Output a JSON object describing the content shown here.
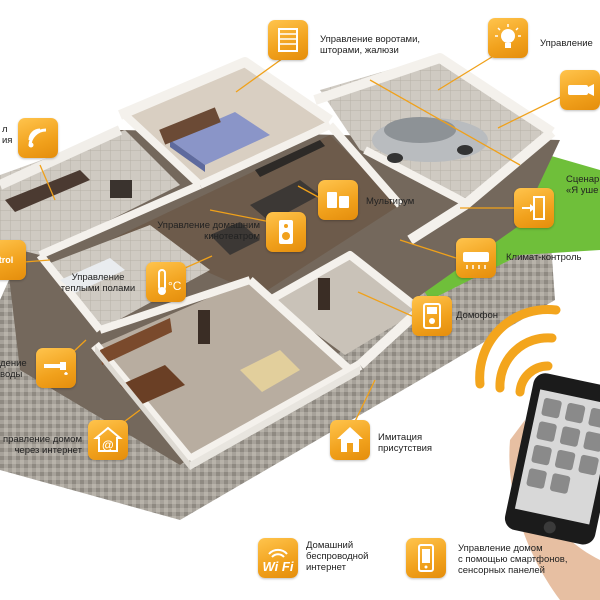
{
  "colors": {
    "accent": "#f3a51d",
    "line": "#f0a11a",
    "wall": "#f7f5f1",
    "floor": "#6a5e52",
    "grass": "#6fbf3a",
    "pavement": "#9a958d"
  },
  "labels": {
    "gates": "Управление воротами,\nшторами, жалюзи",
    "light": "Управление",
    "security_cut": "л\nия",
    "scenarios": "Сценар\n«Я уше",
    "multiroom": "Мультирум",
    "home_theater": "Управление домашним\nкинотеатром",
    "climate": "Климат-контроль",
    "floor_heating": "Управление\nтеплыми полами",
    "intercom": "Домофон",
    "water": "дение\nводы",
    "internet_control": "правление домом\nчерез интернет",
    "presence": "Имитация\nприсутствия",
    "wifi": "Домашний\nбеспроводной\nинтернет",
    "smartphone": "Управление домом\nс помощью смартфонов,\nсенсорных панелей"
  },
  "icon_text": {
    "control": "trol",
    "wifi": "Wi Fi"
  },
  "icons": [
    "blinds-icon",
    "bulb-icon",
    "camera-icon",
    "wifi-signal-icon",
    "scenario-door-icon",
    "speaker-icon",
    "multiroom-icon",
    "control-panel-icon",
    "thermometer-icon",
    "climate-icon",
    "intercom-icon",
    "water-leak-icon",
    "internet-home-icon",
    "presence-house-icon",
    "wifi-icon",
    "smartphone-panel-icon"
  ]
}
